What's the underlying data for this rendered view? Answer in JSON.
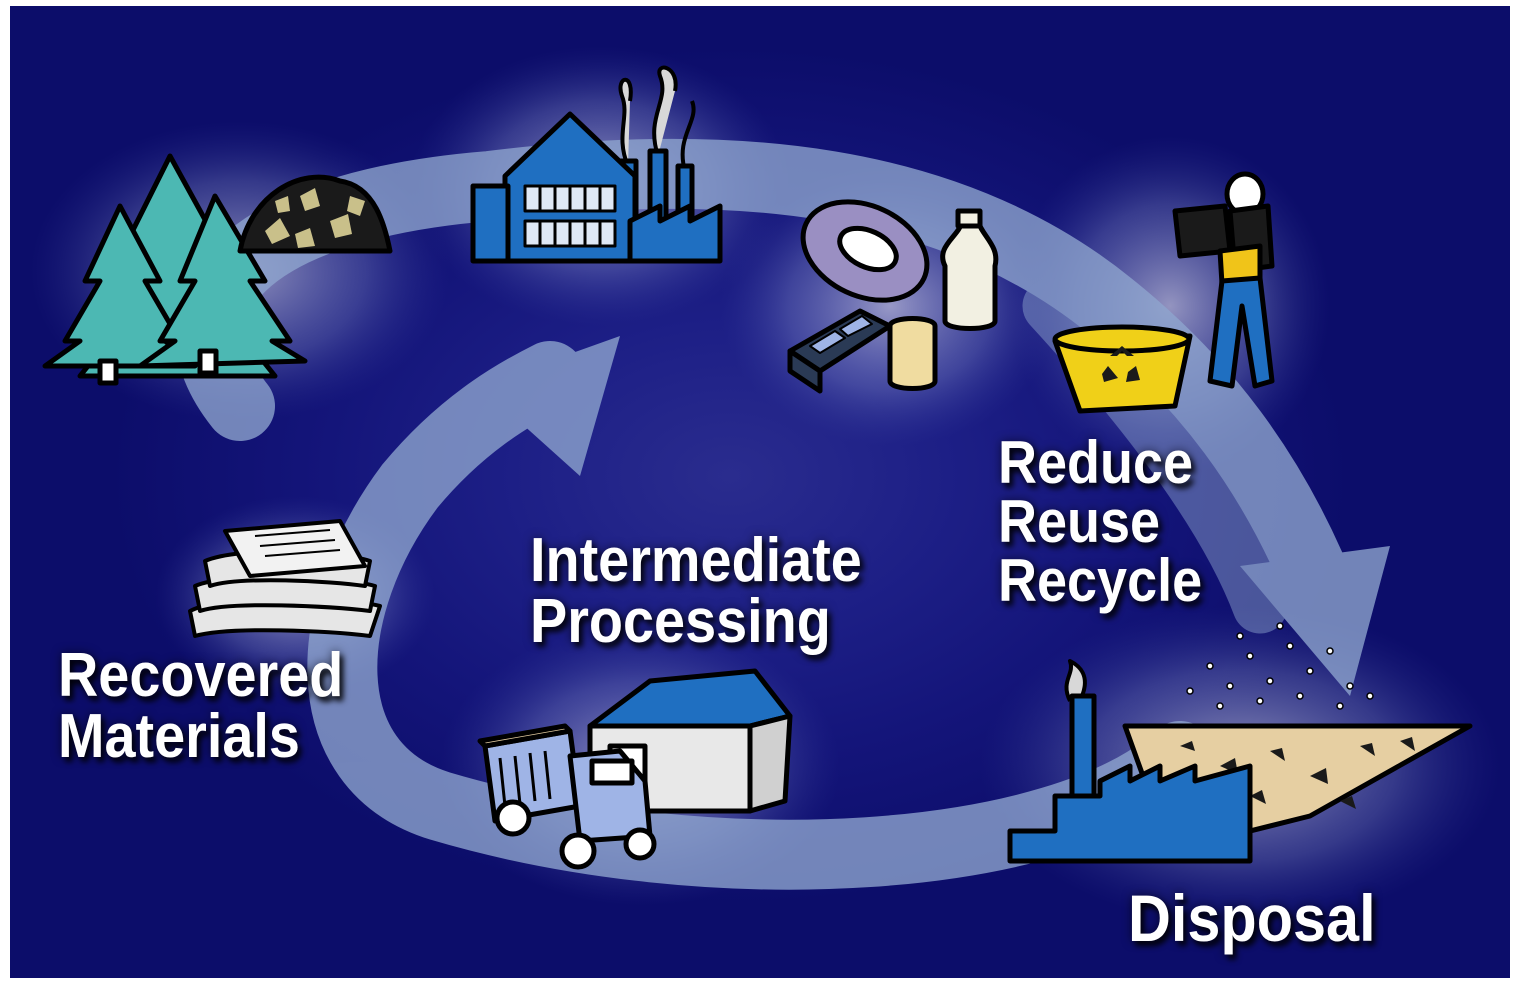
{
  "diagram": {
    "stages": [
      {
        "id": "raw",
        "icon": "trees-and-ore-icon"
      },
      {
        "id": "manufacturing",
        "icon": "factory-icon"
      },
      {
        "id": "products",
        "icon": "consumer-products-icon"
      },
      {
        "id": "consumer",
        "icon": "person-with-recycling-bin-icon"
      },
      {
        "id": "disposal",
        "icon": "landfill-and-incinerator-icon"
      },
      {
        "id": "intermediate",
        "icon": "truck-and-warehouse-icon"
      },
      {
        "id": "recovered",
        "icon": "newspaper-stack-icon"
      }
    ],
    "labels": {
      "recovered": [
        "Recovered",
        "Materials"
      ],
      "intermediate": [
        "Intermediate",
        "Processing"
      ],
      "rrr": [
        "Reduce",
        "Reuse",
        "Recycle"
      ],
      "disposal": "Disposal"
    },
    "colors": {
      "background": "#14157a",
      "arrow": "#8fa6cf",
      "building_blue": "#1f6fc1",
      "tree_teal": "#4cb8b3",
      "bin_yellow": "#f0d018",
      "sand": "#e6cfa2"
    }
  }
}
